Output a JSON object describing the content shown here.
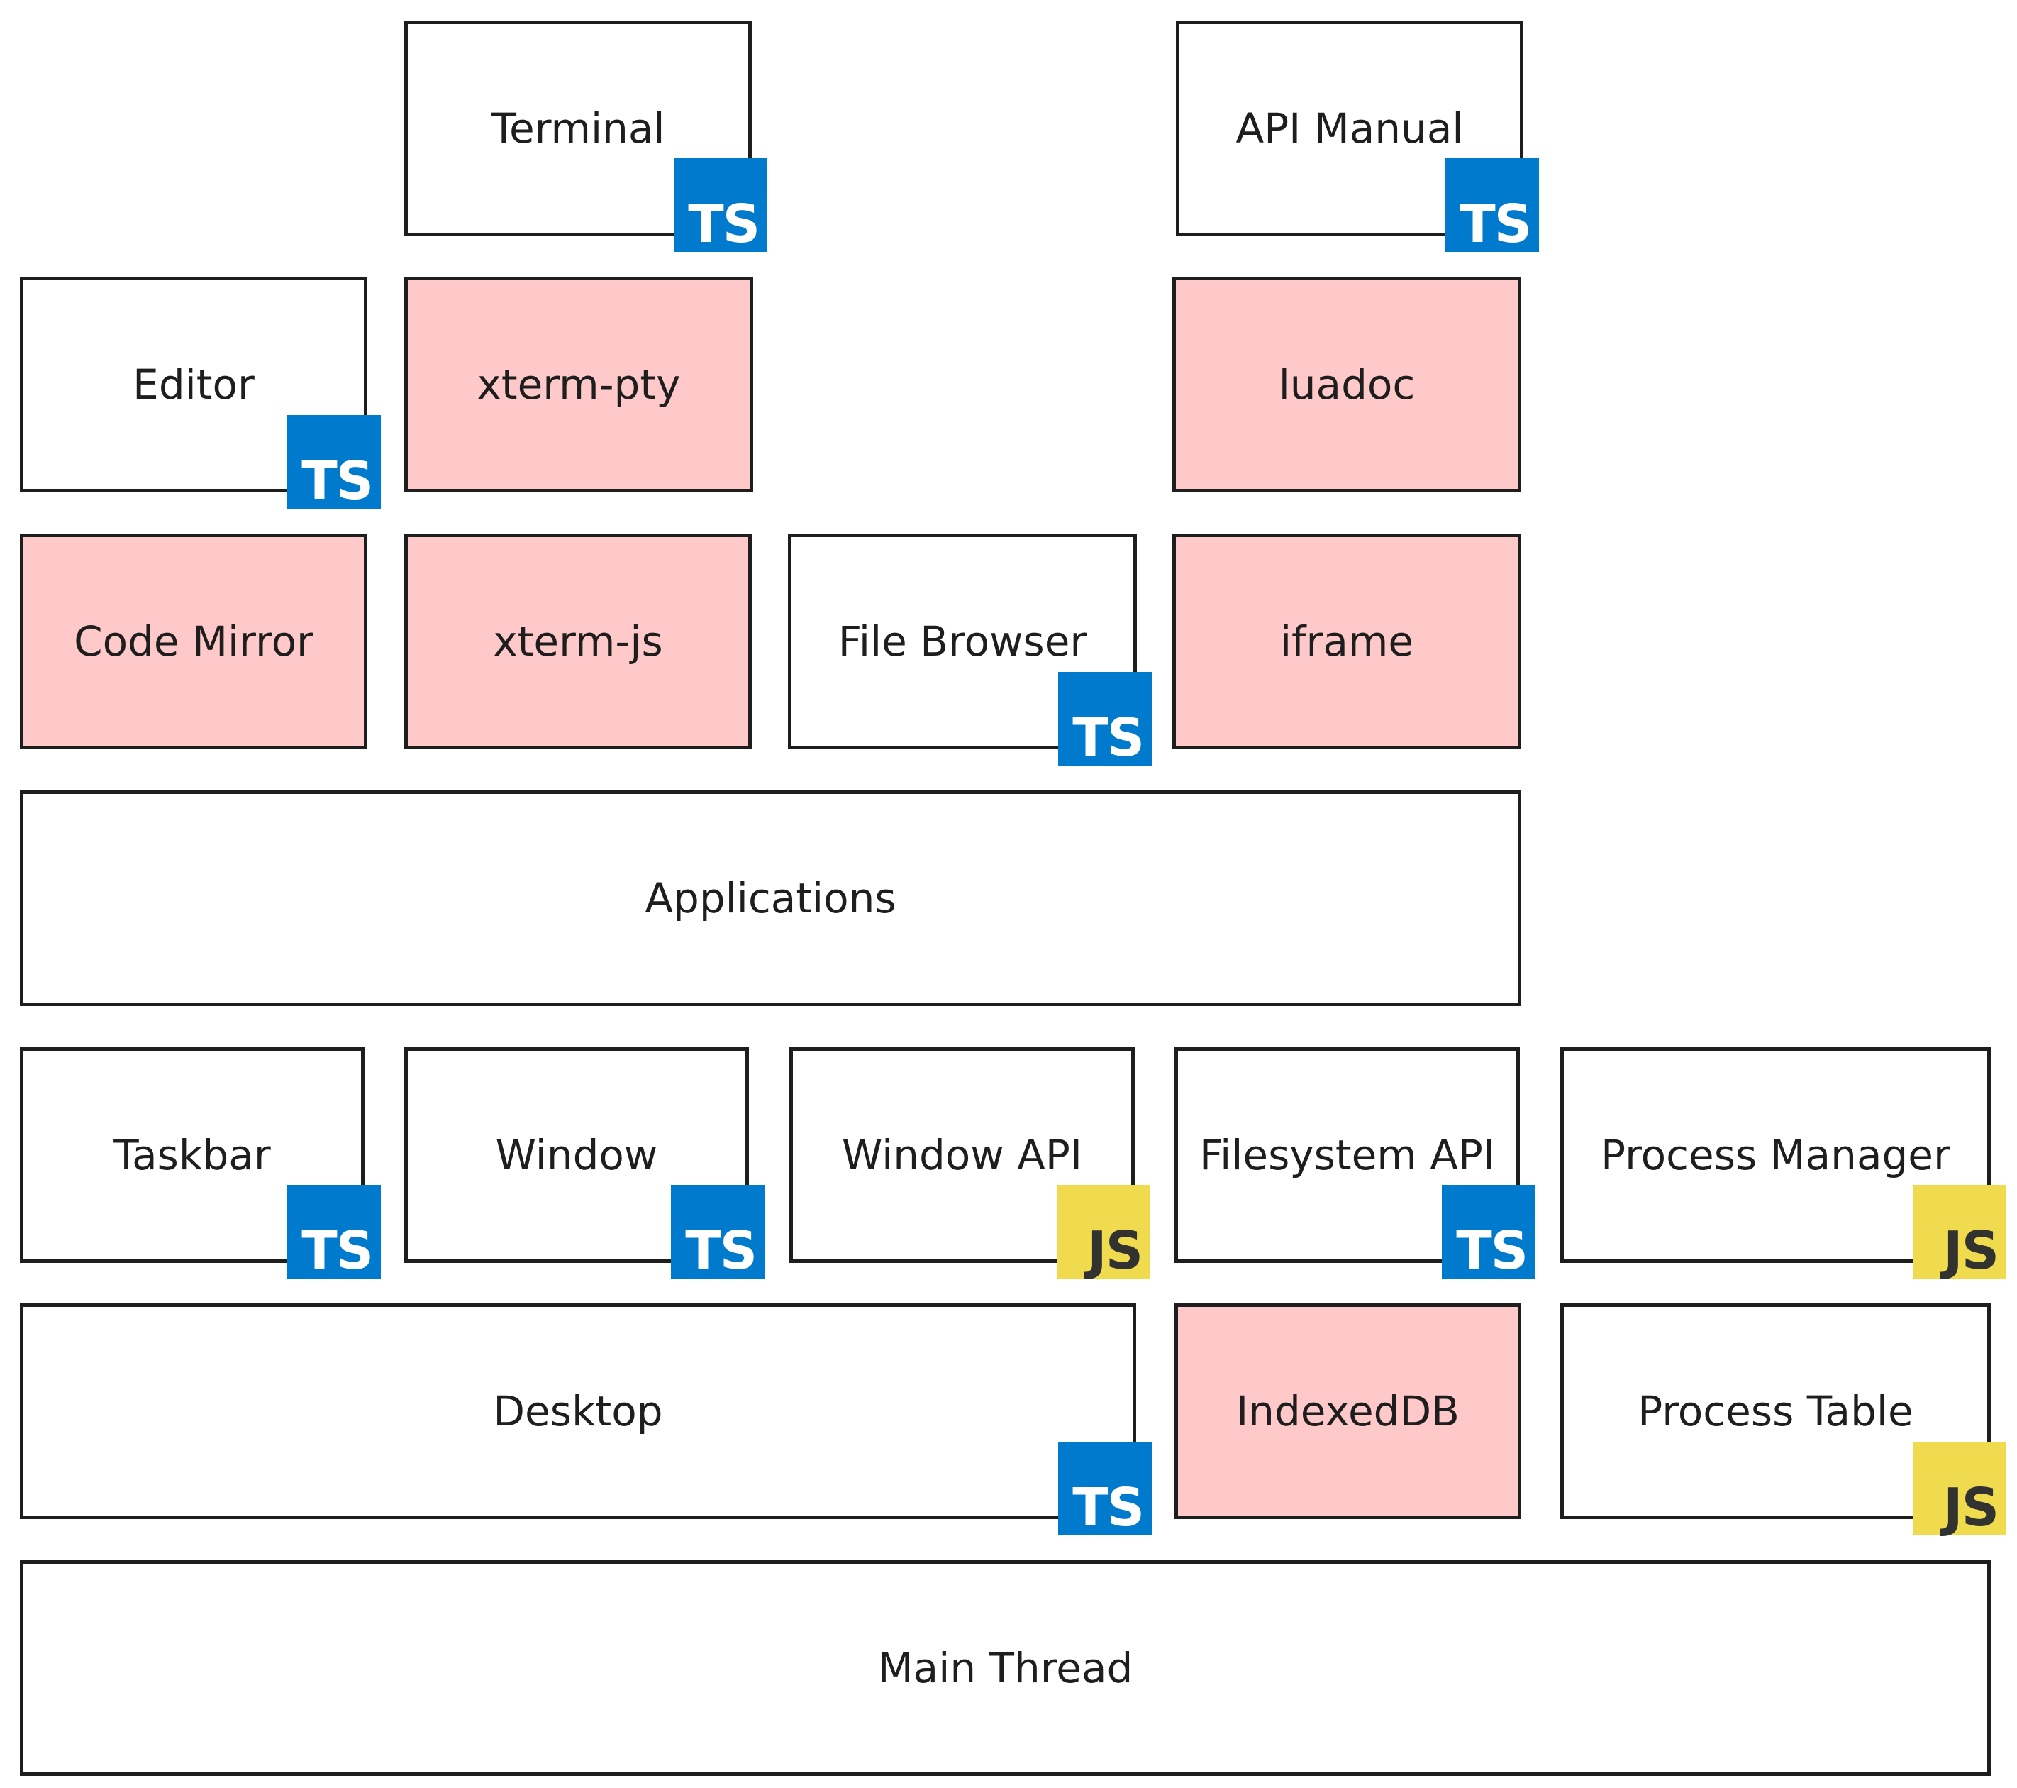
{
  "diagram": {
    "colors": {
      "outline": "#1e1e1e",
      "library_fill": "#ffc9c9",
      "component_fill": "#ffffff",
      "ts_badge": "#007acc",
      "js_badge": "#f0db4f"
    },
    "badges": {
      "ts": "TS",
      "js": "JS"
    },
    "layers": [
      {
        "components": [
          {
            "label": "Terminal",
            "kind": "component",
            "language": "TS"
          },
          {
            "label": "API Manual",
            "kind": "component",
            "language": "TS"
          }
        ]
      },
      {
        "components": [
          {
            "label": "Editor",
            "kind": "component",
            "language": "TS"
          },
          {
            "label": "xterm-pty",
            "kind": "library"
          },
          {
            "label": "luadoc",
            "kind": "library"
          }
        ]
      },
      {
        "components": [
          {
            "label": "Code Mirror",
            "kind": "library"
          },
          {
            "label": "xterm-js",
            "kind": "library"
          },
          {
            "label": "File Browser",
            "kind": "component",
            "language": "TS"
          },
          {
            "label": "iframe",
            "kind": "library"
          }
        ]
      },
      {
        "components": [
          {
            "label": "Applications",
            "kind": "component"
          }
        ]
      },
      {
        "components": [
          {
            "label": "Taskbar",
            "kind": "component",
            "language": "TS"
          },
          {
            "label": "Window",
            "kind": "component",
            "language": "TS"
          },
          {
            "label": "Window API",
            "kind": "component",
            "language": "JS"
          },
          {
            "label": "Filesystem API",
            "kind": "component",
            "language": "TS"
          },
          {
            "label": "Process Manager",
            "kind": "component",
            "language": "JS"
          }
        ]
      },
      {
        "components": [
          {
            "label": "Desktop",
            "kind": "component",
            "language": "TS"
          },
          {
            "label": "IndexedDB",
            "kind": "library"
          },
          {
            "label": "Process Table",
            "kind": "component",
            "language": "JS"
          }
        ]
      },
      {
        "components": [
          {
            "label": "Main Thread",
            "kind": "component"
          }
        ]
      }
    ]
  }
}
